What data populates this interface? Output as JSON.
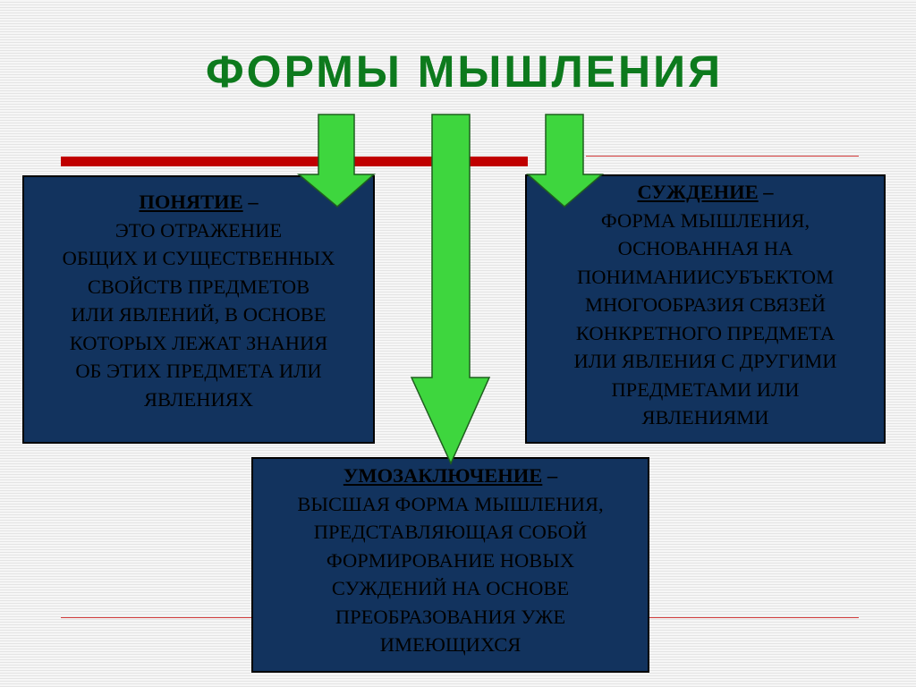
{
  "title": "ФОРМЫ МЫШЛЕНИЯ",
  "colors": {
    "title": "#0d7a1d",
    "box_fill": "#12335e",
    "box_text": "#000000",
    "arrow_fill": "#3ed63e",
    "accent_bar": "#c00000"
  },
  "boxes": {
    "ponyatie": {
      "term": "ПОНЯТИЕ",
      "dash": " –",
      "text": "ЭТО ОТРАЖЕНИЕ\nОБЩИХ И СУЩЕСТВЕННЫХ\nСВОЙСТВ ПРЕДМЕТОВ\nИЛИ ЯВЛЕНИЙ, В ОСНОВЕ\nКОТОРЫХ ЛЕЖАТ ЗНАНИЯ\nОБ ЭТИХ ПРЕДМЕТА ИЛИ\nЯВЛЕНИЯХ"
    },
    "suzhdenie": {
      "term": "СУЖДЕНИЕ",
      "dash": " –",
      "text": "ФОРМА МЫШЛЕНИЯ,\nОСНОВАННАЯ НА\nПОНИМАНИИСУБЪЕКТОМ\nМНОГООБРАЗИЯ СВЯЗЕЙ\nКОНКРЕТНОГО ПРЕДМЕТА\nИЛИ ЯВЛЕНИЯ С ДРУГИМИ\nПРЕДМЕТАМИ ИЛИ\nЯВЛЕНИЯМИ"
    },
    "umozaklyuchenie": {
      "term": "УМОЗАКЛЮЧЕНИЕ",
      "dash": " –",
      "text": "ВЫСШАЯ ФОРМА МЫШЛЕНИЯ,\nПРЕДСТАВЛЯЮЩАЯ СОБОЙ\nФОРМИРОВАНИЕ НОВЫХ\nСУЖДЕНИЙ НА ОСНОВЕ\nПРЕОБРАЗОВАНИЯ УЖЕ\nИМЕЮЩИХСЯ"
    }
  }
}
